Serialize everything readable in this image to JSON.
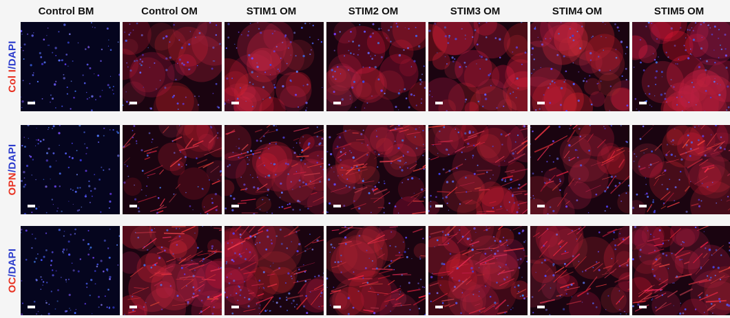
{
  "columns": [
    {
      "label": "Control BM",
      "key": "control-bm"
    },
    {
      "label": "Control OM",
      "key": "control-om"
    },
    {
      "label": "STIM1 OM",
      "key": "stim1-om"
    },
    {
      "label": "STIM2 OM",
      "key": "stim2-om"
    },
    {
      "label": "STIM3 OM",
      "key": "stim3-om"
    },
    {
      "label": "STIM4 OM",
      "key": "stim4-om"
    },
    {
      "label": "STIM5 OM",
      "key": "stim5-om"
    }
  ],
  "rows": [
    {
      "key": "col-i",
      "marker": "Col I",
      "separator": "/",
      "counterstain": "DAPI"
    },
    {
      "key": "opn",
      "marker": "OPN",
      "separator": "/",
      "counterstain": "DAPI"
    },
    {
      "key": "oc",
      "marker": "OC",
      "separator": "/",
      "counterstain": "DAPI"
    }
  ],
  "colors": {
    "marker_red": "#e83222",
    "dapi_blue": "#2b3bcc",
    "background": "#f5f5f5",
    "scalebar": "#ffffff"
  },
  "panel_style": {
    "col-i": [
      {
        "red": 0.0,
        "blue": 0.55,
        "fibers": false
      },
      {
        "red": 0.55,
        "blue": 0.45,
        "fibers": false
      },
      {
        "red": 0.7,
        "blue": 0.45,
        "fibers": false
      },
      {
        "red": 0.65,
        "blue": 0.5,
        "fibers": false
      },
      {
        "red": 0.75,
        "blue": 0.35,
        "fibers": false
      },
      {
        "red": 0.85,
        "blue": 0.45,
        "fibers": false
      },
      {
        "red": 0.9,
        "blue": 0.6,
        "fibers": false
      }
    ],
    "opn": [
      {
        "red": 0.0,
        "blue": 0.6,
        "fibers": false
      },
      {
        "red": 0.45,
        "blue": 0.35,
        "fibers": true
      },
      {
        "red": 0.55,
        "blue": 0.6,
        "fibers": true
      },
      {
        "red": 0.6,
        "blue": 0.55,
        "fibers": true
      },
      {
        "red": 0.65,
        "blue": 0.45,
        "fibers": true
      },
      {
        "red": 0.5,
        "blue": 0.35,
        "fibers": true
      },
      {
        "red": 0.55,
        "blue": 0.4,
        "fibers": true
      }
    ],
    "oc": [
      {
        "red": 0.0,
        "blue": 0.65,
        "fibers": false
      },
      {
        "red": 0.75,
        "blue": 0.35,
        "fibers": true
      },
      {
        "red": 0.55,
        "blue": 0.65,
        "fibers": true
      },
      {
        "red": 0.6,
        "blue": 0.4,
        "fibers": true
      },
      {
        "red": 0.7,
        "blue": 0.55,
        "fibers": true
      },
      {
        "red": 0.6,
        "blue": 0.35,
        "fibers": true
      },
      {
        "red": 0.65,
        "blue": 0.4,
        "fibers": true
      }
    ]
  }
}
